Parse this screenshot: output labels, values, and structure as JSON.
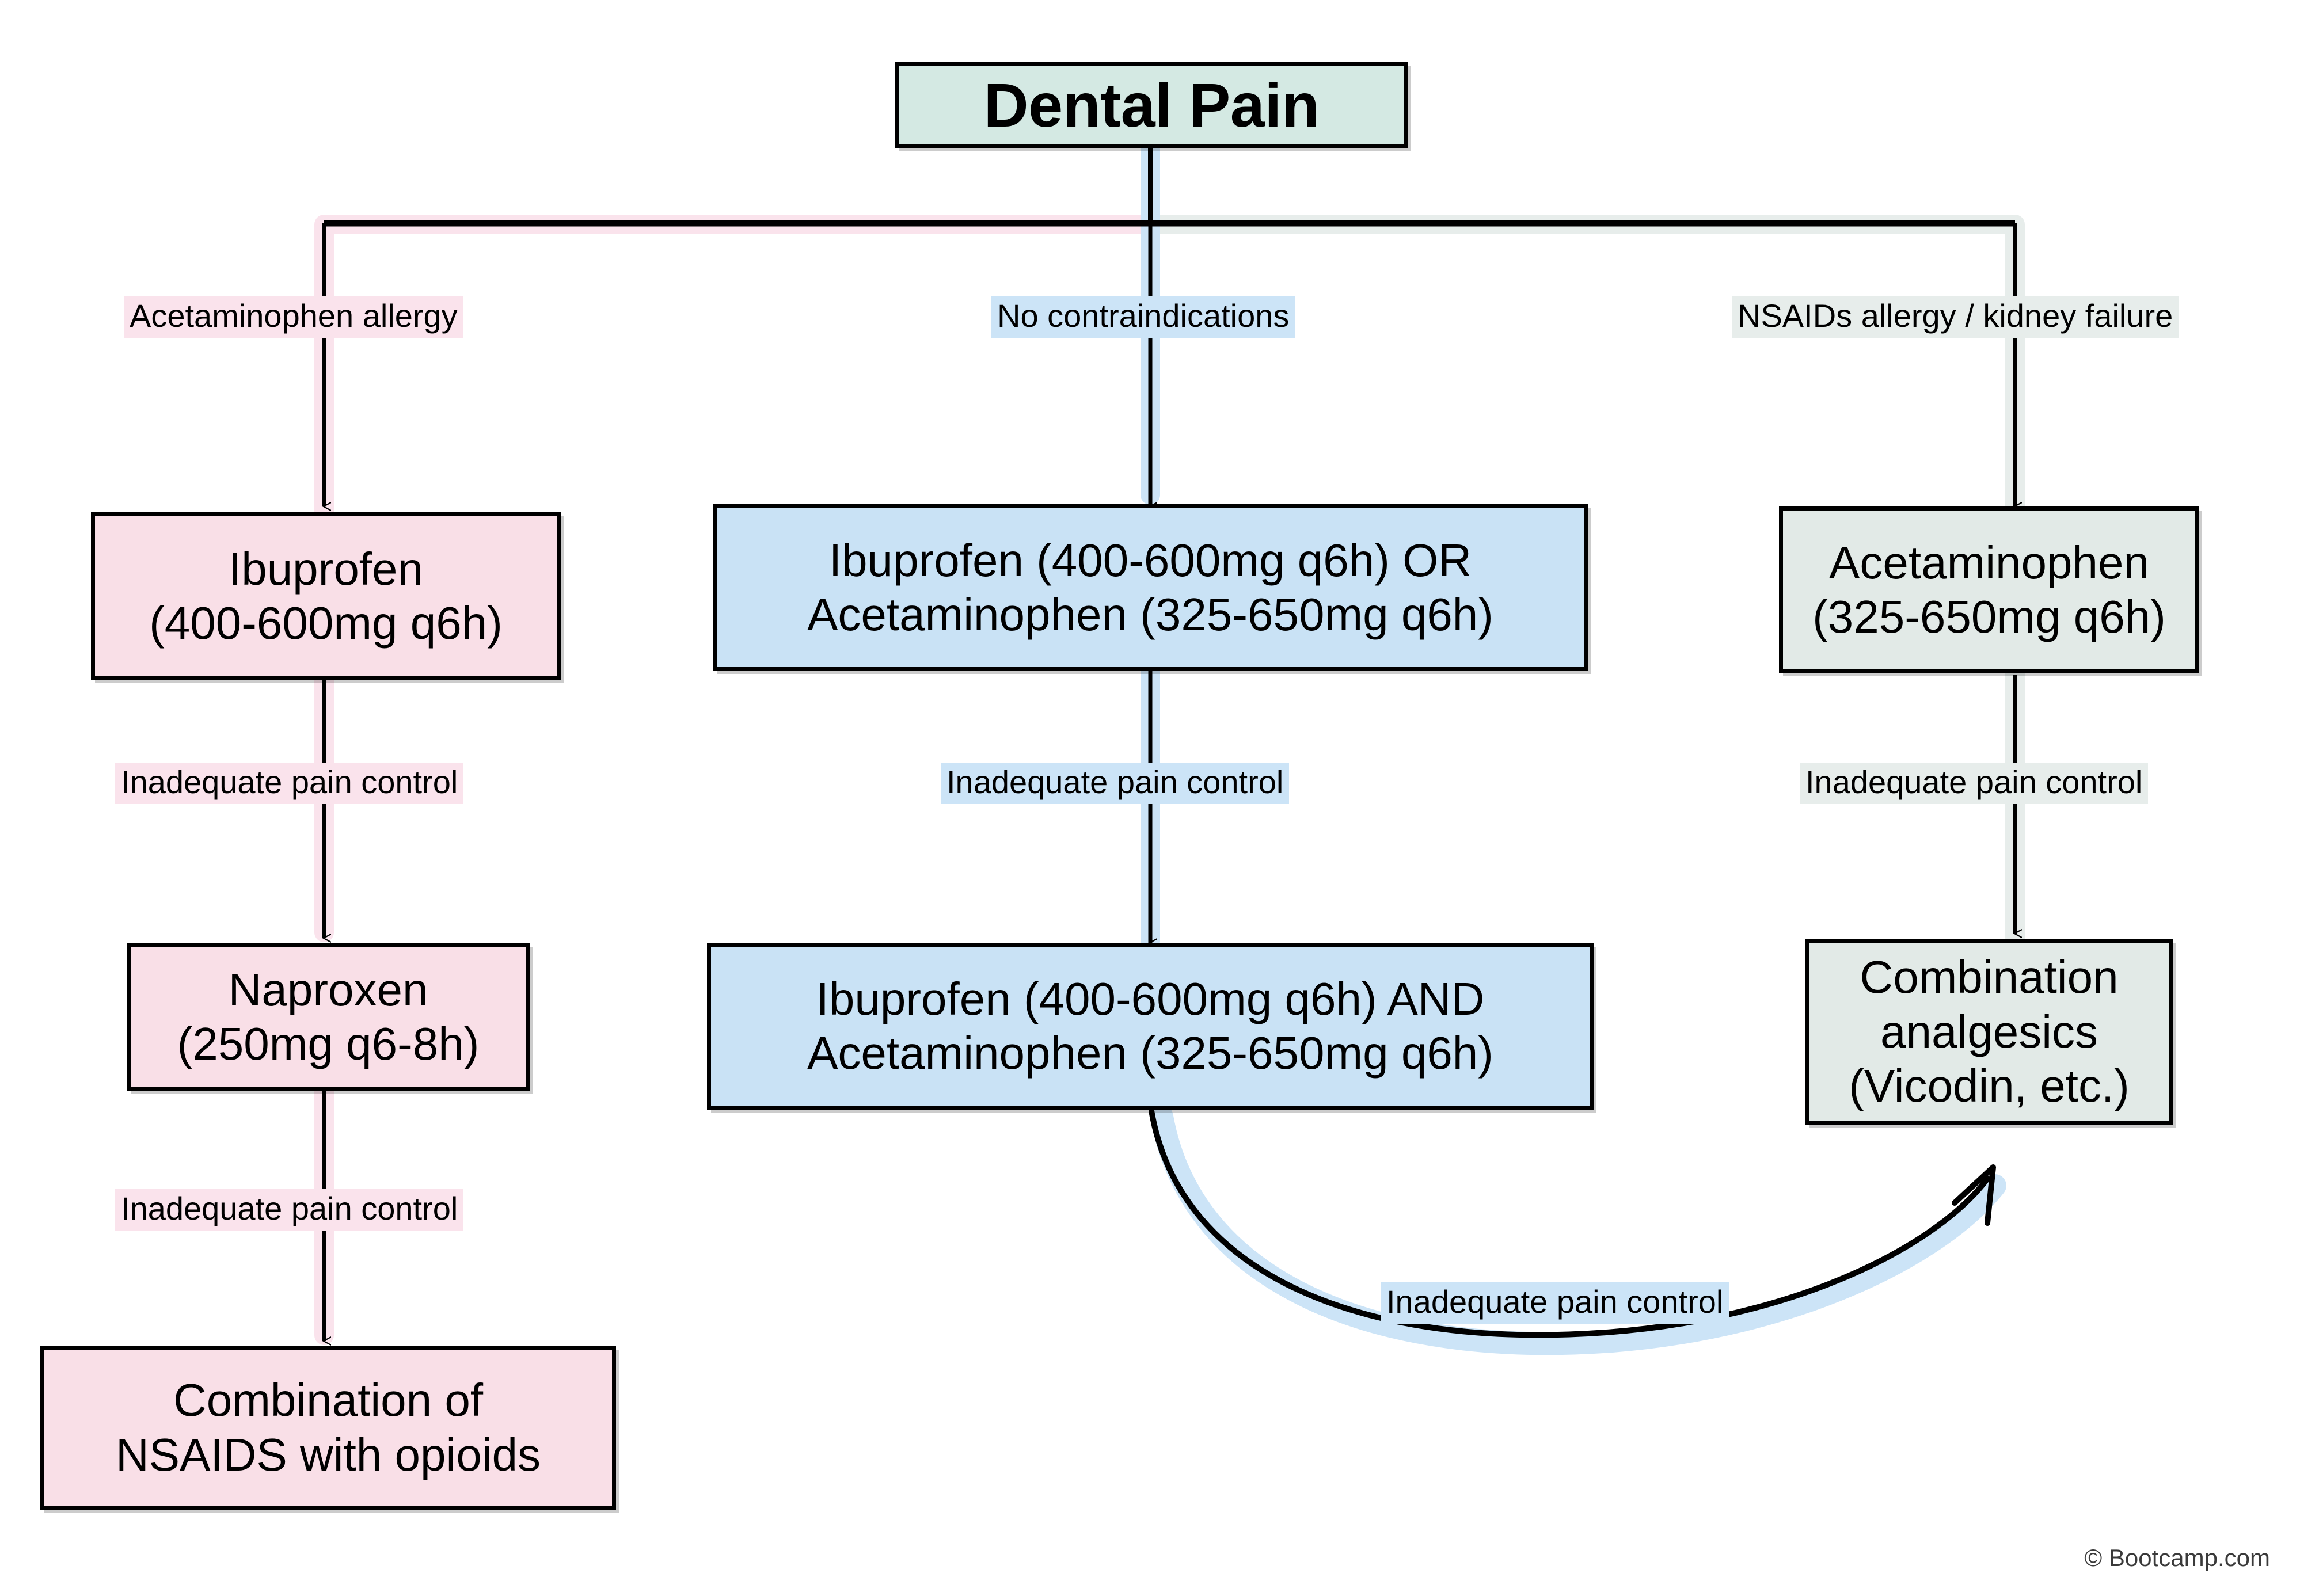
{
  "diagram": {
    "title": "Dental Pain",
    "credit": "© Bootcamp.com",
    "colors": {
      "pink_fill": "#f9dfe7",
      "pink_highlight": "#fae3ec",
      "blue_fill": "#c9e2f5",
      "blue_highlight": "#cce4f7",
      "green_fill": "#e2eae7",
      "green_highlight": "#e7edeb",
      "teal_fill": "#d4e9e3",
      "border": "#000000",
      "background": "#ffffff"
    },
    "root": {
      "label": "Dental Pain",
      "fill": "#d4e9e3"
    },
    "branches": [
      {
        "id": "left",
        "condition": "Acetaminophen allergy",
        "accent": "#fae3ec",
        "fill": "#f9dfe7",
        "steps": [
          {
            "lines": [
              "Ibuprofen",
              "(400-600mg q6h)"
            ],
            "next_label": "Inadequate pain control"
          },
          {
            "lines": [
              "Naproxen",
              "(250mg q6-8h)"
            ],
            "next_label": "Inadequate pain control"
          },
          {
            "lines": [
              "Combination of",
              "NSAIDS with opioids"
            ],
            "next_label": null
          }
        ]
      },
      {
        "id": "center",
        "condition": "No contraindications",
        "accent": "#cce4f7",
        "fill": "#c9e2f5",
        "steps": [
          {
            "lines": [
              "Ibuprofen (400-600mg q6h) OR",
              "Acetaminophen (325-650mg q6h)"
            ],
            "next_label": "Inadequate pain control"
          },
          {
            "lines": [
              "Ibuprofen (400-600mg q6h) AND",
              "Acetaminophen (325-650mg q6h)"
            ],
            "next_label": "Inadequate pain control"
          }
        ]
      },
      {
        "id": "right",
        "condition": "NSAIDs allergy / kidney failure",
        "accent": "#e7edeb",
        "fill": "#e2eae7",
        "steps": [
          {
            "lines": [
              "Acetaminophen",
              "(325-650mg q6h)"
            ],
            "next_label": "Inadequate pain control"
          },
          {
            "lines": [
              "Combination",
              "analgesics",
              "(Vicodin, etc.)"
            ],
            "next_label": null
          }
        ]
      }
    ],
    "cross_edge": {
      "from": "center-step-2",
      "to": "right-step-2",
      "label": "Inadequate pain control",
      "accent": "#cce4f7"
    }
  }
}
